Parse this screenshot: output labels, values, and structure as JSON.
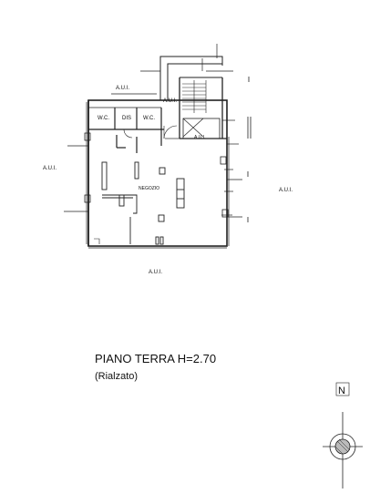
{
  "labels": {
    "aui_top": "A.U.I.",
    "aui_upper_right": "A.U.I.",
    "aui_stair": "A.U.I.",
    "aui_left": "A.U.I.",
    "aui_right": "A.U.I.",
    "aui_bottom": "A.U.I.",
    "wc_left": "W.C.",
    "dis": "DIS",
    "wc_right": "W.C.",
    "negozio": "NEGOZIO"
  },
  "caption": {
    "title": "PIANO TERRA H=2.70",
    "subtitle": "(Rialzato)"
  },
  "north_symbol": "N"
}
